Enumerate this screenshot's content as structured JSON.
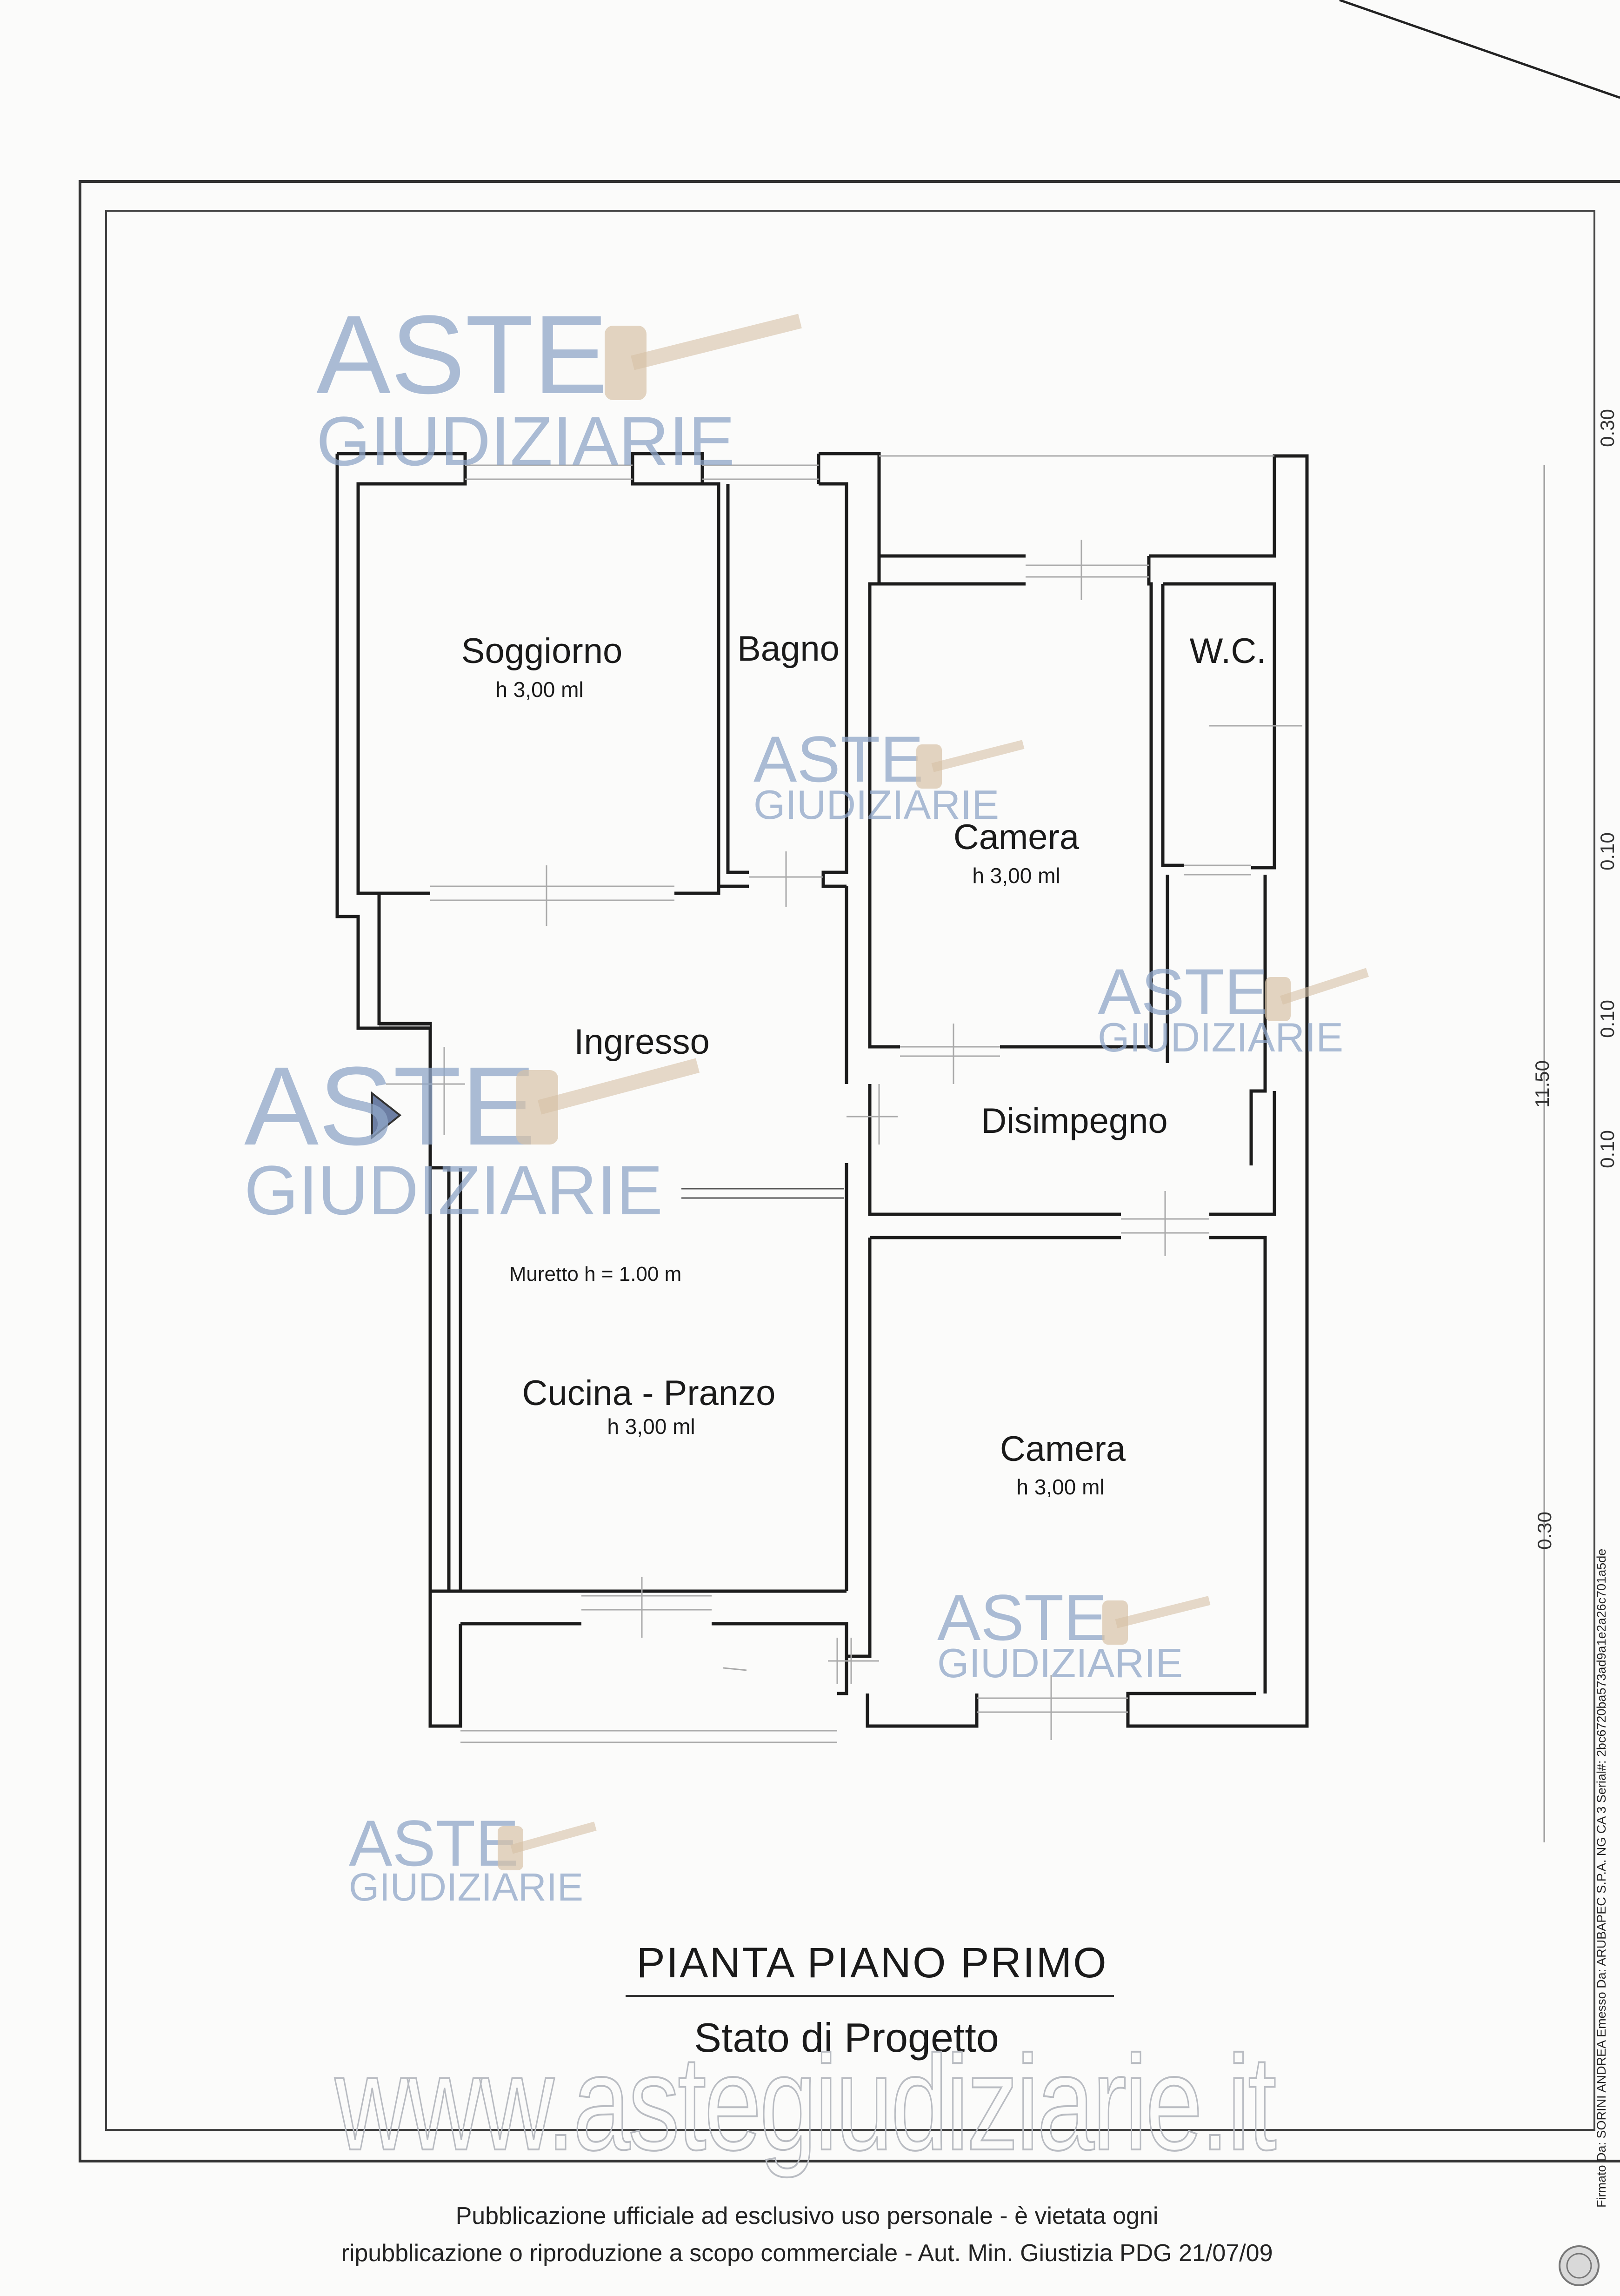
{
  "rooms": {
    "soggiorno": {
      "name": "Soggiorno",
      "height": "h 3,00 ml"
    },
    "bagno": {
      "name": "Bagno"
    },
    "camera1": {
      "name": "Camera",
      "height": "h 3,00 ml"
    },
    "wc": {
      "name": "W.C."
    },
    "ingresso": {
      "name": "Ingresso"
    },
    "disimpegno": {
      "name": "Disimpegno"
    },
    "cucina": {
      "name": "Cucina - Pranzo",
      "height": "h 3,00 ml"
    },
    "camera2": {
      "name": "Camera",
      "height": "h 3,00 ml"
    }
  },
  "notes": {
    "muretto": "Muretto h = 1.00 m"
  },
  "dimensions": {
    "total": "11.50",
    "d1": "0.30",
    "d2": "0.10",
    "d3": "0.10",
    "d4": "0.10",
    "d5": "0.30"
  },
  "title": "PIANTA PIANO PRIMO",
  "subtitle": "Stato di Progetto",
  "watermark": {
    "brand_top": "ASTE",
    "brand_bottom": "GIUDIZIARIE",
    "url": "www.astegiudiziarie.it"
  },
  "footer": {
    "line1": "Pubblicazione ufficiale ad esclusivo uso personale - è vietata ogni",
    "line2": "ripubblicazione o riproduzione a scopo commerciale - Aut. Min. Giustizia PDG 21/07/09"
  },
  "signature_text": "Firmato Da: SORINI ANDREA Emesso Da: ARUBAPEC S.P.A. NG CA 3 Serial#: 2bc6720ba573ad9a1e2a26c701a5de"
}
